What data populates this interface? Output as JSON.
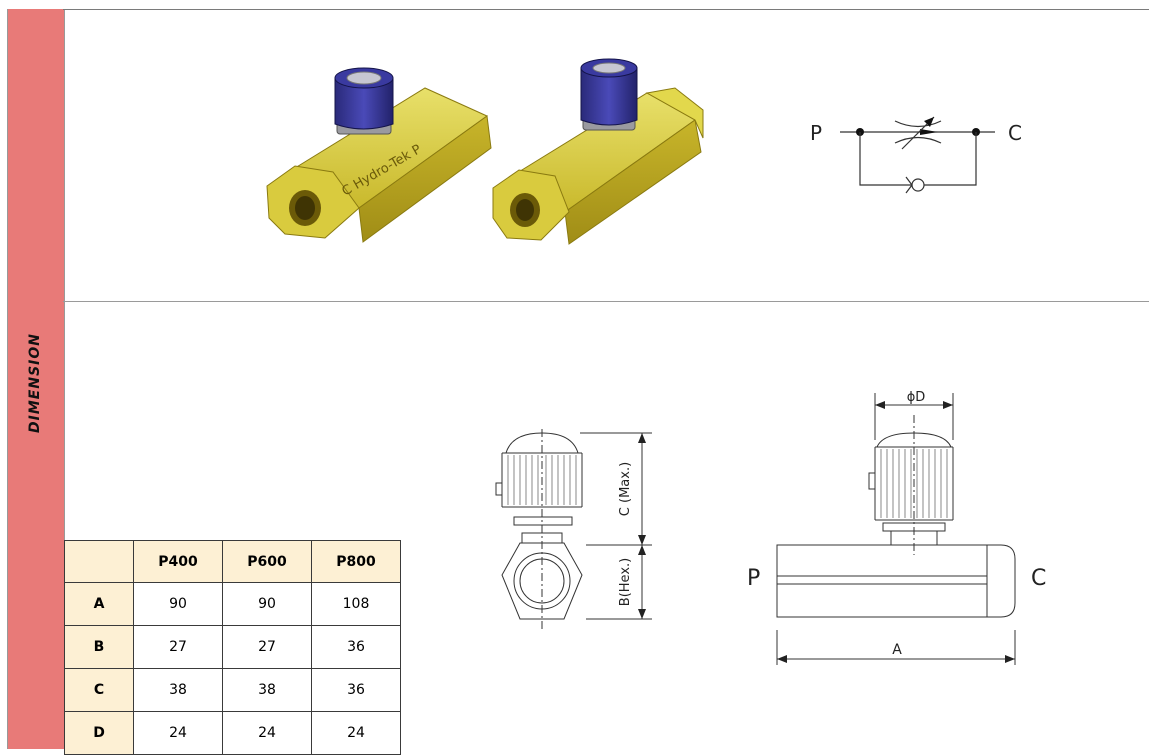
{
  "sidebar": {
    "label": "DIMENSION"
  },
  "photo": {
    "engraving": "C  Hydro-Tek  P"
  },
  "symbol": {
    "port_p": "P",
    "port_c": "C"
  },
  "drawing": {
    "side_view": {
      "label_c": "C (Max.)",
      "label_b": "B(Hex.)"
    },
    "front_view": {
      "label_d": "ϕD",
      "label_a": "A",
      "port_p": "P",
      "port_c": "C"
    }
  },
  "table": {
    "headers": [
      "",
      "P400",
      "P600",
      "P800"
    ],
    "rows": [
      {
        "label": "A",
        "values": [
          "90",
          "90",
          "108"
        ]
      },
      {
        "label": "B",
        "values": [
          "27",
          "27",
          "36"
        ]
      },
      {
        "label": "C",
        "values": [
          "38",
          "38",
          "36"
        ]
      },
      {
        "label": "D",
        "values": [
          "24",
          "24",
          "24"
        ]
      }
    ]
  }
}
